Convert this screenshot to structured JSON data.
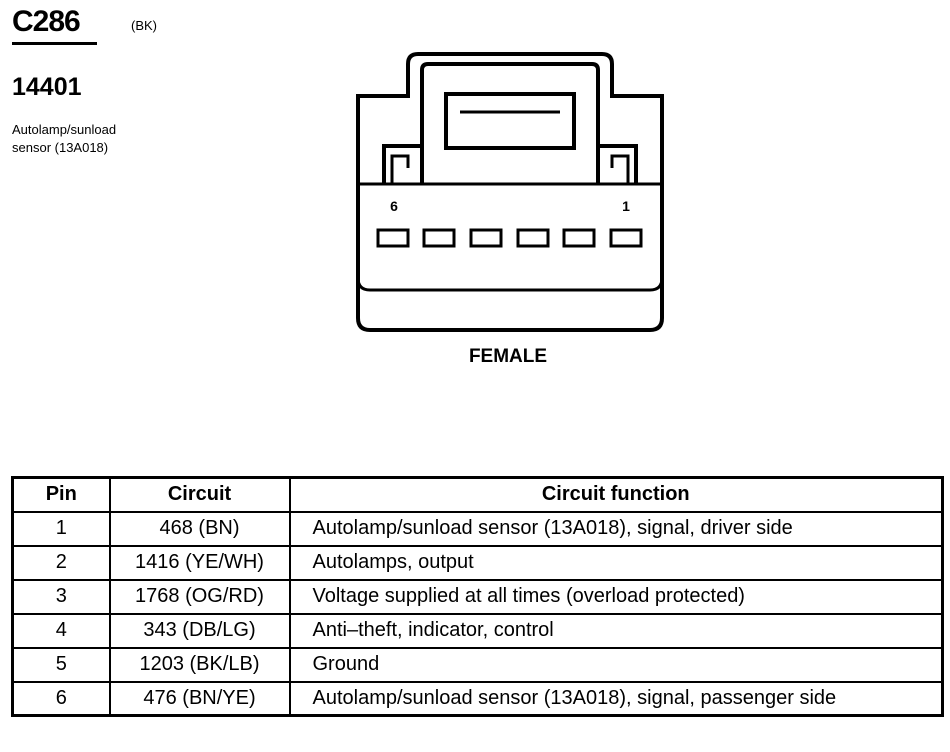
{
  "connector": {
    "id": "C286",
    "color_code": "(BK)",
    "part_number": "14401",
    "description_lines": [
      "Autolamp/sunload",
      "sensor (13A018)"
    ]
  },
  "diagram": {
    "pin_left_label": "6",
    "pin_right_label": "1",
    "gender": "FEMALE"
  },
  "table": {
    "headers": {
      "pin": "Pin",
      "circuit": "Circuit",
      "function": "Circuit function"
    },
    "rows": [
      {
        "pin": "1",
        "circuit": "468 (BN)",
        "function": "Autolamp/sunload sensor (13A018), signal, driver side"
      },
      {
        "pin": "2",
        "circuit": "1416 (YE/WH)",
        "function": "Autolamps, output"
      },
      {
        "pin": "3",
        "circuit": "1768 (OG/RD)",
        "function": "Voltage supplied at all times (overload protected)"
      },
      {
        "pin": "4",
        "circuit": "343 (DB/LG)",
        "function": "Anti–theft, indicator, control"
      },
      {
        "pin": "5",
        "circuit": "1203 (BK/LB)",
        "function": "Ground"
      },
      {
        "pin": "6",
        "circuit": "476 (BN/YE)",
        "function": "Autolamp/sunload sensor (13A018), signal, passenger side"
      }
    ]
  }
}
